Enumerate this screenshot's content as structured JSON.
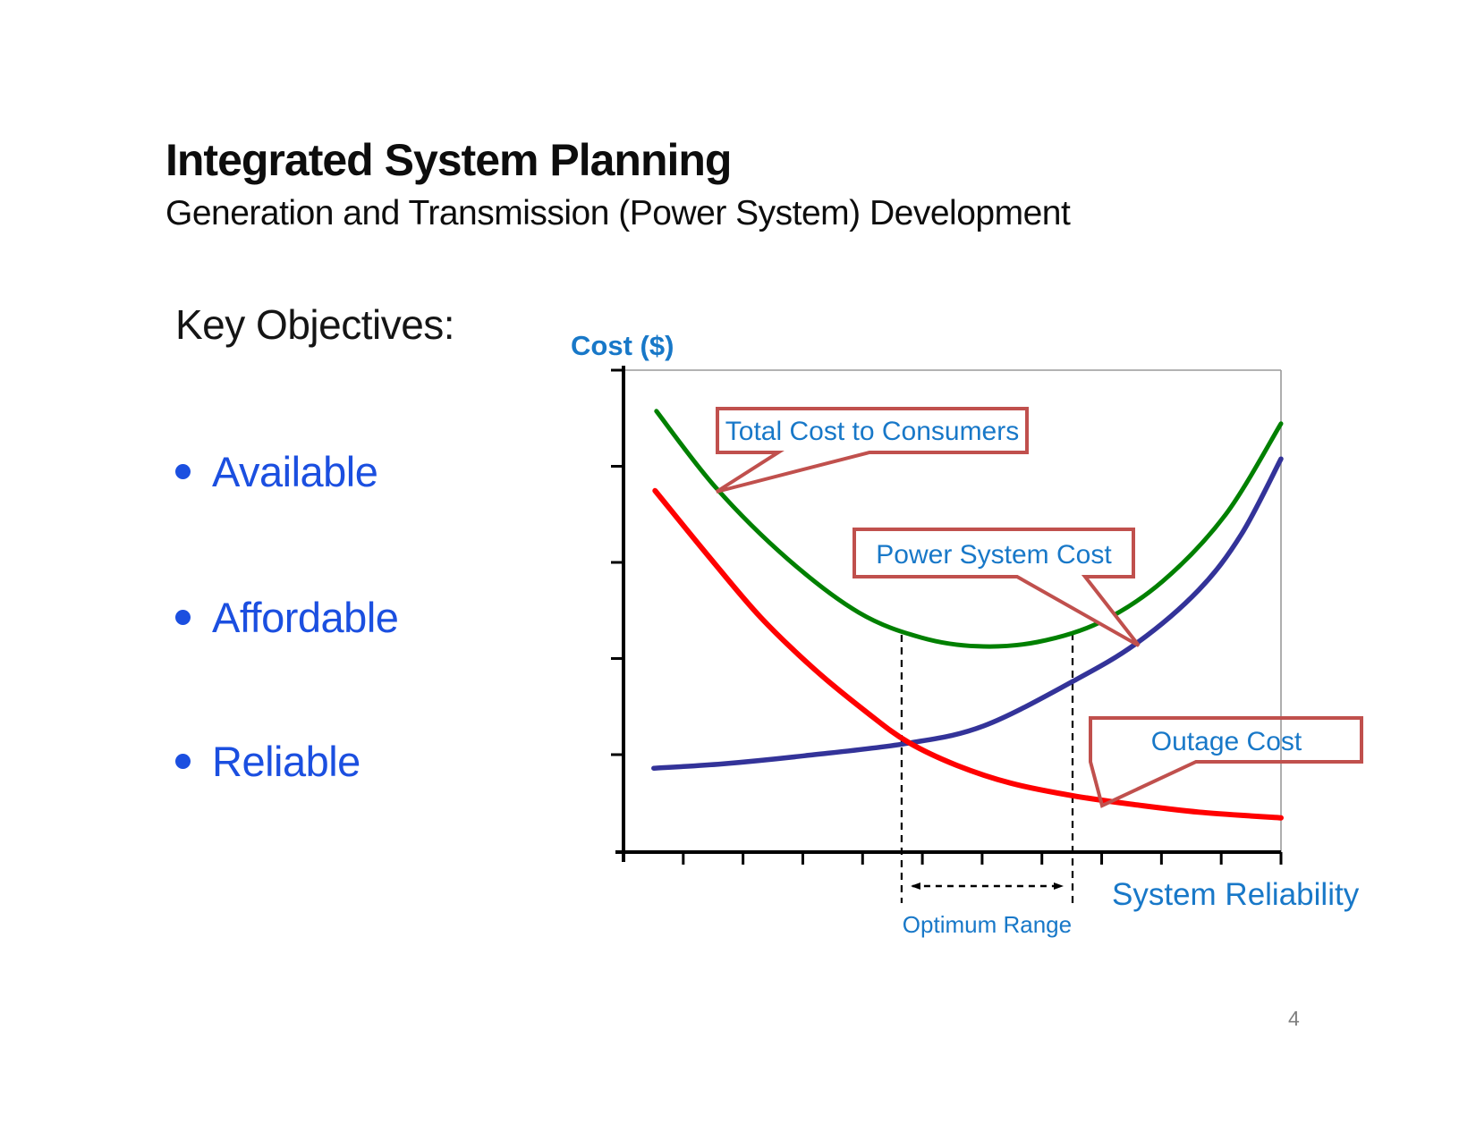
{
  "slide": {
    "title": "Integrated System Planning",
    "subtitle": "Generation and Transmission (Power System) Development",
    "objectives_heading": "Key Objectives:",
    "objectives": [
      "Available",
      "Affordable",
      "Reliable"
    ],
    "page_number": "4"
  },
  "chart": {
    "y_axis_label": "Cost ($)",
    "x_axis_label": "System Reliability",
    "range_label": "Optimum Range",
    "callouts": {
      "total": "Total Cost to Consumers",
      "power": "Power System Cost",
      "outage": "Outage Cost"
    },
    "colors": {
      "total_curve": "#008000",
      "power_curve": "#333399",
      "outage_curve": "#ff0000",
      "callout_border": "#c0504d",
      "label_blue": "#1878c8",
      "bullet_blue": "#1b4fe0",
      "axis_black": "#000000",
      "plot_border_gray": "#9a9a9a",
      "page_number_gray": "#7f7f7f"
    }
  },
  "chart_data": {
    "type": "line",
    "title": "",
    "xlabel": "System Reliability",
    "ylabel": "Cost ($)",
    "x_range": [
      0,
      1
    ],
    "y_range_relative_cost": [
      0,
      100
    ],
    "grid": false,
    "legend": "inline red-bordered callouts pointing to each curve",
    "axis_note": "conceptual chart - axes are unlabeled tick marks, no numeric scale shown",
    "series": [
      {
        "id": "total",
        "name": "Total Cost to Consumers",
        "x": [
          0.05,
          0.14,
          0.249,
          0.358,
          0.453,
          0.539,
          0.63,
          0.725,
          0.82,
          0.916,
          1.0
        ],
        "cost": [
          91.5,
          75.7,
          60.9,
          49.7,
          44.5,
          42.7,
          43.6,
          47.7,
          56.2,
          70.1,
          88.9
        ]
      },
      {
        "id": "power",
        "name": "Power System Cost",
        "x": [
          0.046,
          0.15,
          0.276,
          0.433,
          0.548,
          0.683,
          0.781,
          0.875,
          0.94,
          1.0
        ],
        "cost": [
          17.4,
          18.3,
          20.0,
          22.6,
          26.2,
          35.4,
          43.4,
          54.4,
          66.0,
          81.6
        ]
      },
      {
        "id": "outage",
        "name": "Outage Cost",
        "x": [
          0.048,
          0.127,
          0.208,
          0.29,
          0.371,
          0.433,
          0.507,
          0.589,
          0.683,
          0.78,
          0.875,
          1.0
        ],
        "cost": [
          75.0,
          61.8,
          48.8,
          38.0,
          28.9,
          22.8,
          18.0,
          14.3,
          11.7,
          9.8,
          8.3,
          7.1
        ]
      }
    ],
    "optimum_range": {
      "x_from": 0.423,
      "x_to": 0.683
    }
  }
}
